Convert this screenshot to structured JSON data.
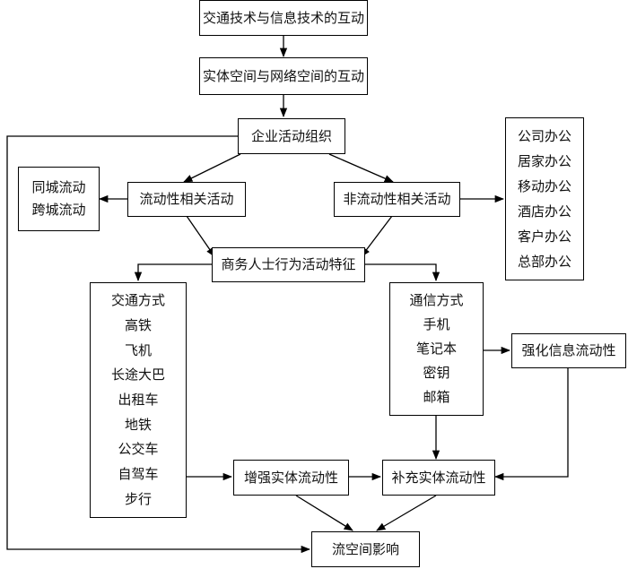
{
  "nodes": {
    "tech": "交通技术与信息技术的互动",
    "space": "实体空间与网络空间的互动",
    "enterprise": "企业活动组织",
    "mobility_related": "流动性相关活动",
    "non_mobility_related": "非流动性相关活动",
    "business_behavior": "商务人士行为活动特征",
    "enhance_physical": "增强实体流动性",
    "supplement_physical": "补充实体流动性",
    "strengthen_info": "强化信息流动性",
    "flow_space": "流空间影响"
  },
  "lists": {
    "city_flow": [
      "同城流动",
      "跨城流动"
    ],
    "office_types": [
      "公司办公",
      "居家办公",
      "移动办公",
      "酒店办公",
      "客户办公",
      "总部办公"
    ],
    "transport": [
      "交通方式",
      "高铁",
      "飞机",
      "长途大巴",
      "出租车",
      "地铁",
      "公交车",
      "自驾车",
      "步行"
    ],
    "communication": [
      "通信方式",
      "手机",
      "笔记本",
      "密钥",
      "邮箱"
    ]
  }
}
